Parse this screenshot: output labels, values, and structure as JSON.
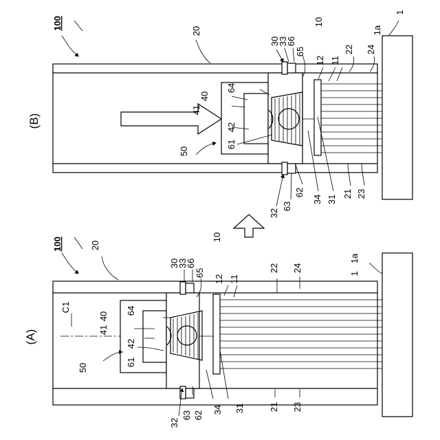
{
  "panels": {
    "a": {
      "caption": "(A)",
      "device_ref": "100",
      "labels": {
        "r1": "1",
        "r1a": "1a",
        "r10": "10",
        "r11": "11",
        "r12": "12",
        "r20": "20",
        "r21": "21",
        "r22": "22",
        "r23": "23",
        "r24": "24",
        "r30": "30",
        "r31": "31",
        "r32": "32",
        "r33": "33",
        "r34": "34",
        "r40": "40",
        "r41": "41",
        "r42": "42",
        "r50": "50",
        "r61": "61",
        "r62": "62",
        "r63": "63",
        "r64": "64",
        "r65": "65",
        "r66": "66",
        "c1": "C1"
      }
    },
    "b": {
      "caption": "(B)",
      "device_ref": "100",
      "labels": {
        "r1": "1",
        "r1a": "1a",
        "r10": "10",
        "r11": "11",
        "r12": "12",
        "r20": "20",
        "r21": "21",
        "r22": "22",
        "r23": "23",
        "r24": "24",
        "r30": "30",
        "r31": "31",
        "r32": "32",
        "r33": "33",
        "r34": "34",
        "r40": "40",
        "r41": "41",
        "r42": "42",
        "r50": "50",
        "r61": "61",
        "r62": "62",
        "r63": "63",
        "r64": "64",
        "r65": "65",
        "r66": "66"
      }
    }
  },
  "icons": {
    "transition_arrow": "block-arrow-up-icon",
    "motion_arrow": "block-arrow-right-icon"
  }
}
